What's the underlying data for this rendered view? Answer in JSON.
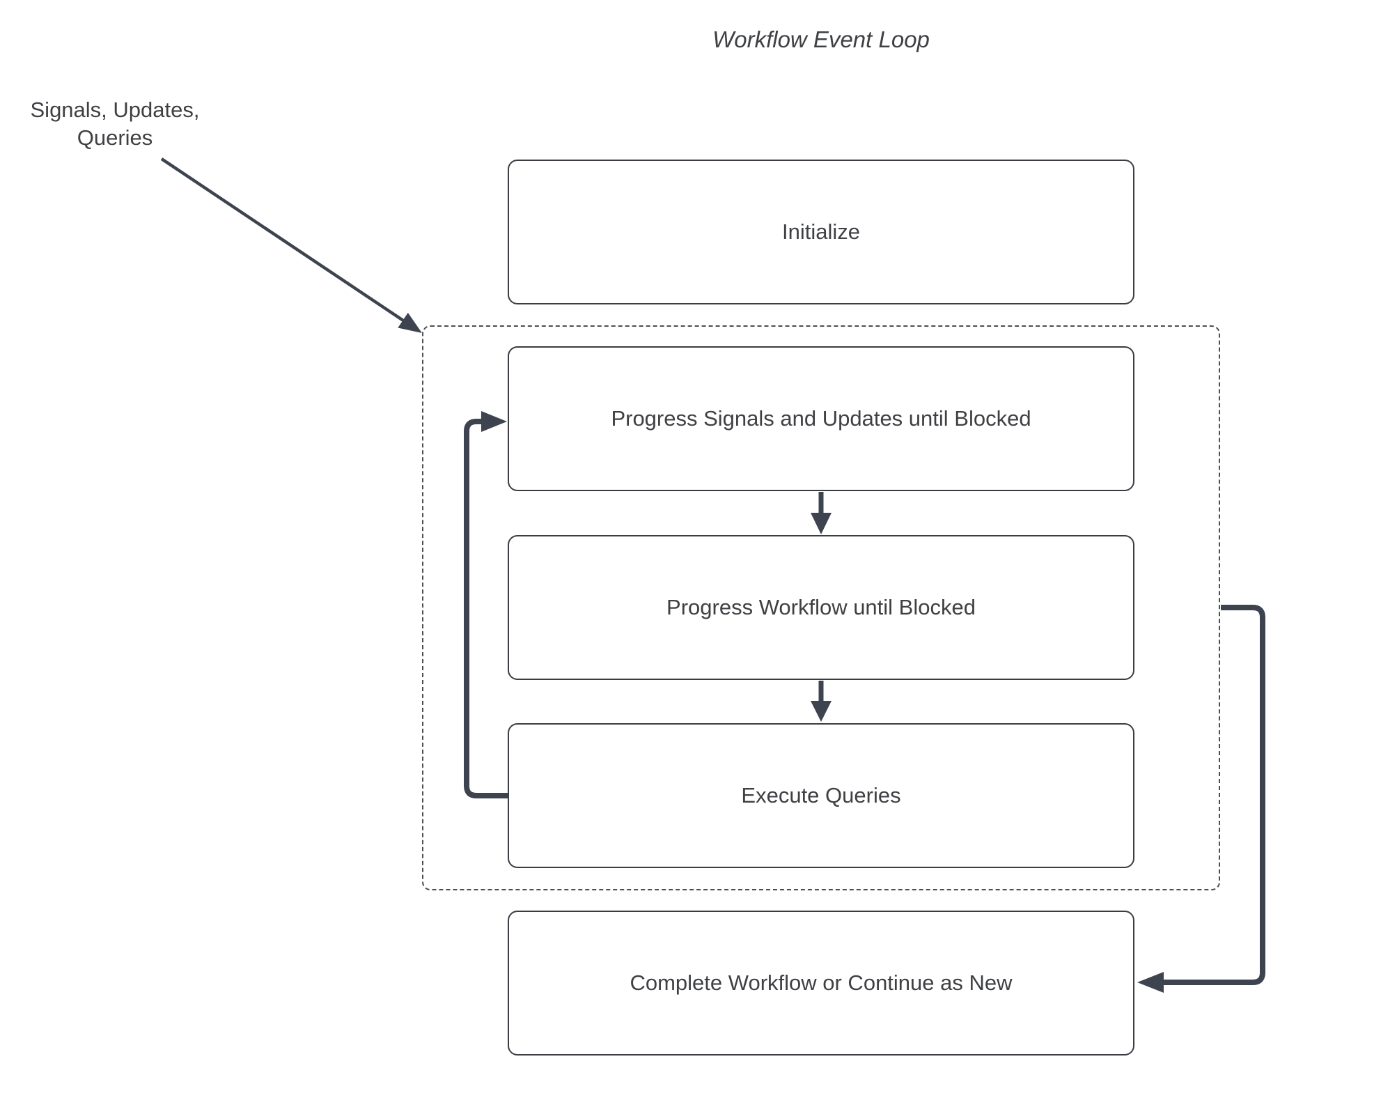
{
  "title": "Workflow Event Loop",
  "annotation": {
    "line1": "Signals, Updates,",
    "line2": "Queries"
  },
  "nodes": [
    {
      "id": "initialize",
      "label": "Initialize"
    },
    {
      "id": "progress-signals",
      "label": "Progress Signals and Updates until Blocked"
    },
    {
      "id": "progress-workflow",
      "label": "Progress Workflow until Blocked"
    },
    {
      "id": "execute-queries",
      "label": "Execute Queries"
    },
    {
      "id": "complete-workflow",
      "label": "Complete Workflow or Continue as New"
    }
  ],
  "colors": {
    "background": "#ffffff",
    "box_fill": "#ffffff",
    "box_border": "#3a3d42",
    "dashed_border": "#4b4e52",
    "arrow": "#3d4450",
    "text": "#3f4043"
  }
}
